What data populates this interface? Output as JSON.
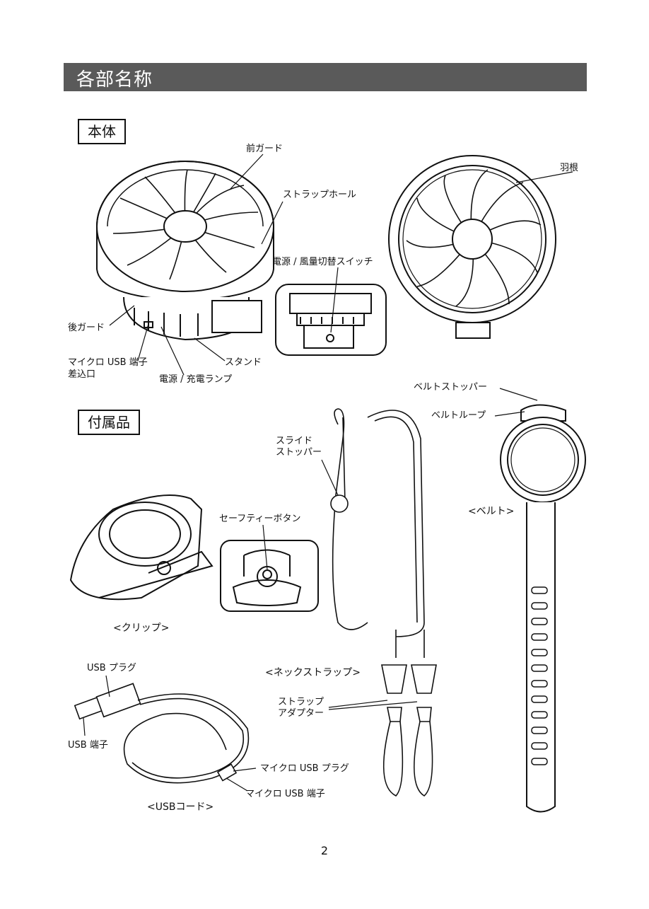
{
  "header": {
    "title": "各部名称"
  },
  "sections": {
    "body": "本体",
    "accessories": "付属品"
  },
  "labels": {
    "front_guard": "前ガード",
    "blade": "羽根",
    "strap_hole": "ストラップホール",
    "switch": "電源 / 風量切替スイッチ",
    "rear_guard": "後ガード",
    "usb_port_line1": "マイクロ USB 端子",
    "usb_port_line2": "差込口",
    "stand": "スタンド",
    "lamp": "電源 / 充電ランプ",
    "belt_stopper": "ベルトストッパー",
    "belt_loop": "ベルトループ",
    "slide_stopper_line1": "スライド",
    "slide_stopper_line2": "ストッパー",
    "belt": "<ベルト>",
    "safety_button": "セーフティーボタン",
    "clip": "<クリップ>",
    "usb_plug": "USB プラグ",
    "neck_strap": "<ネックストラップ>",
    "strap_adapter_line1": "ストラップ",
    "strap_adapter_line2": "アダプター",
    "usb_terminal": "USB 端子",
    "micro_usb_plug": "マイクロ USB プラグ",
    "micro_usb_terminal": "マイクロ USB 端子",
    "usb_cord": "<USBコード>"
  },
  "page_number": "2"
}
